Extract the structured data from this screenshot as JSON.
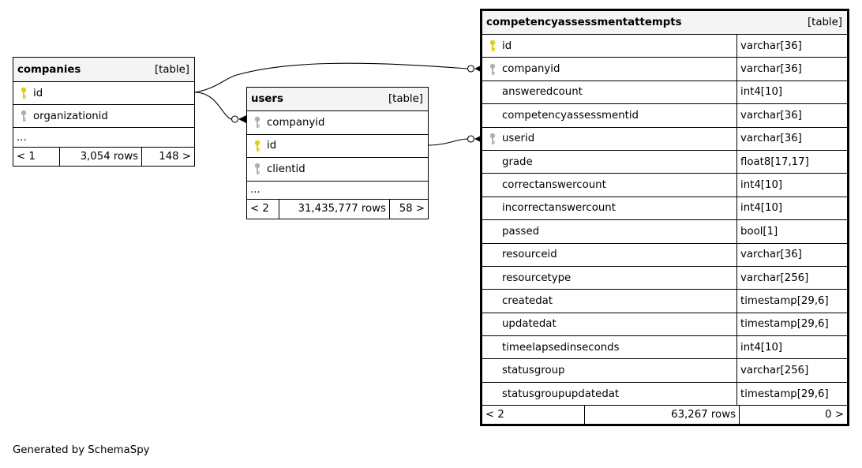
{
  "tables": {
    "companies": {
      "name": "companies",
      "kind": "[table]",
      "columns": [
        {
          "name": "id",
          "key": "primary"
        },
        {
          "name": "organizationid",
          "key": "foreign"
        }
      ],
      "ellipsis": "...",
      "footer": {
        "left": "< 1",
        "rows": "3,054 rows",
        "right": "148 >"
      }
    },
    "users": {
      "name": "users",
      "kind": "[table]",
      "columns": [
        {
          "name": "companyid",
          "key": "foreign"
        },
        {
          "name": "id",
          "key": "primary"
        },
        {
          "name": "clientid",
          "key": "foreign"
        }
      ],
      "ellipsis": "...",
      "footer": {
        "left": "< 2",
        "rows": "31,435,777 rows",
        "right": "58 >"
      }
    },
    "attempts": {
      "name": "competencyassessmentattempts",
      "kind": "[table]",
      "columns": [
        {
          "name": "id",
          "type": "varchar[36]",
          "key": "primary"
        },
        {
          "name": "companyid",
          "type": "varchar[36]",
          "key": "foreign"
        },
        {
          "name": "answeredcount",
          "type": "int4[10]",
          "key": "none"
        },
        {
          "name": "competencyassessmentid",
          "type": "varchar[36]",
          "key": "none"
        },
        {
          "name": "userid",
          "type": "varchar[36]",
          "key": "foreign"
        },
        {
          "name": "grade",
          "type": "float8[17,17]",
          "key": "none"
        },
        {
          "name": "correctanswercount",
          "type": "int4[10]",
          "key": "none"
        },
        {
          "name": "incorrectanswercount",
          "type": "int4[10]",
          "key": "none"
        },
        {
          "name": "passed",
          "type": "bool[1]",
          "key": "none"
        },
        {
          "name": "resourceid",
          "type": "varchar[36]",
          "key": "none"
        },
        {
          "name": "resourcetype",
          "type": "varchar[256]",
          "key": "none"
        },
        {
          "name": "createdat",
          "type": "timestamp[29,6]",
          "key": "none"
        },
        {
          "name": "updatedat",
          "type": "timestamp[29,6]",
          "key": "none"
        },
        {
          "name": "timeelapsedinseconds",
          "type": "int4[10]",
          "key": "none"
        },
        {
          "name": "statusgroup",
          "type": "varchar[256]",
          "key": "none"
        },
        {
          "name": "statusgroupupdatedat",
          "type": "timestamp[29,6]",
          "key": "none"
        }
      ],
      "footer": {
        "left": "< 2",
        "rows": "63,267 rows",
        "right": "0 >"
      }
    }
  },
  "footer_text": "Generated by SchemaSpy",
  "colors": {
    "primary_key": "#e0d100",
    "foreign_key": "#b0b0b0",
    "header_bg": "#f4f4f4"
  }
}
